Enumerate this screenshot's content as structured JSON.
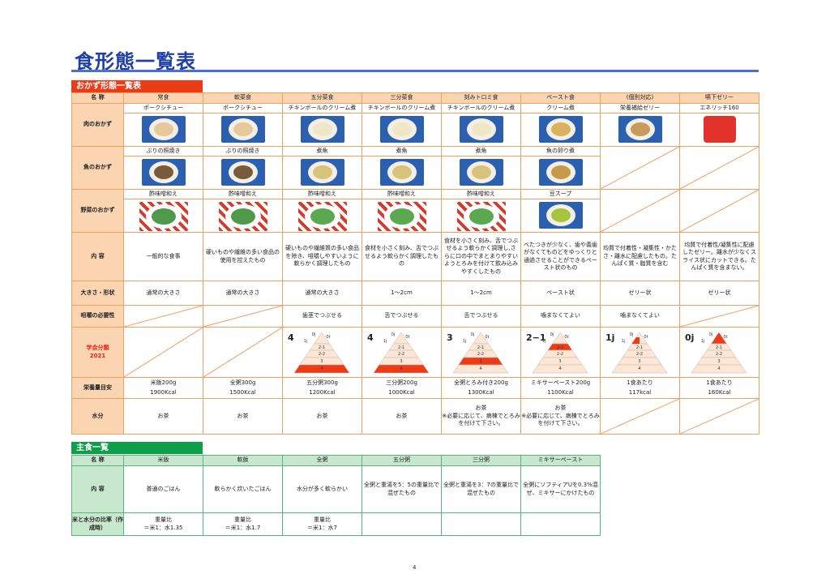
{
  "title": "食形態一覧表",
  "page_number": "4",
  "okazu": {
    "tab": "おかず形態一覧表",
    "name_label": "名 称",
    "columns": [
      "常食",
      "軟菜食",
      "五分菜食",
      "三分菜食",
      "刻みトロミ食",
      "ペースト食",
      "(個別対応)",
      "嚥下ゼリー"
    ],
    "meat": {
      "label": "肉のおかず",
      "captions": [
        "ポークシチュー",
        "ポークシチュー",
        "チキンボールのクリーム煮",
        "チキンボールのクリーム煮",
        "チキンボールのクリーム煮",
        "クリーム煮",
        "栄養補給ゼリー",
        "エネリッチ160"
      ]
    },
    "fish": {
      "label": "魚のおかず",
      "captions": [
        "ぶりの照焼き",
        "ぶりの照焼き",
        "煮魚",
        "煮魚",
        "煮魚",
        "魚の卵り煮"
      ]
    },
    "veg": {
      "label": "野菜のおかず",
      "captions": [
        "酢味噌和え",
        "酢味噌和え",
        "酢味噌和え",
        "酢味噌和え",
        "酢味噌和え",
        "豆スープ"
      ]
    },
    "content": {
      "label": "内 容",
      "values": [
        "一般的な食事",
        "硬いものや繊維の多い食品の使用を控えたもの",
        "硬いものや繊維質の多い食品を除き、咀嚼しやすいように軟らかく調理したもの",
        "食材を小さく刻み、舌でつぶせるよう軟らかく調理したもの",
        "食材を小さく刻み、舌でつぶせるよう軟らかく調理し,さらに口の中でまとまりやすいようとろみを付けて飲み込みやすくしたもの",
        "べたつきが少なく、歯や義歯がなくてものどをゆっくりと通過させることができるペースト状のもの",
        "均質で付着性・凝集性・かたさ・離水に配慮したもの。たんぱく質・脂質を含む",
        "均質で付着性/凝集性に配慮したゼリー。離水が少なくスライス状にカットできる。たんぱく質を含まない。"
      ]
    },
    "size": {
      "label": "大きさ・形状",
      "values": [
        "通常の大きさ",
        "通常の大きさ",
        "通常の大きさ",
        "1～2cm",
        "1～2cm",
        "ペースト状",
        "ゼリー状",
        "ゼリー状"
      ]
    },
    "chew": {
      "label": "咀嚼の必要性",
      "values": [
        "",
        "",
        "歯茎でつぶせる",
        "舌でつぶせる",
        "舌でつぶせる",
        "噛まなくてよい",
        "噛まなくてよい",
        ""
      ]
    },
    "class": {
      "label": "学会分類",
      "year": "2021",
      "codes": [
        "",
        "",
        "4",
        "4",
        "3",
        "2−1",
        "1j",
        "0j"
      ],
      "levels": [
        "0j",
        "0t",
        "1j",
        "2-1",
        "2-2",
        "3",
        "4"
      ]
    },
    "nutrition": {
      "label": "栄養量目安",
      "values": [
        [
          "米飯200g",
          "1900Kcal"
        ],
        [
          "全粥300g",
          "1500Kcal"
        ],
        [
          "五分粥300g",
          "1200Kcal"
        ],
        [
          "三分粥200g",
          "1000Kcal"
        ],
        [
          "全粥とろみ付き200g",
          "1300Kcal"
        ],
        [
          "ミキサーペースト200g",
          "1100Kcal"
        ],
        [
          "1食あたり",
          "117kcal"
        ],
        [
          "1食あたり",
          "160Kcal"
        ]
      ]
    },
    "water": {
      "label": "水分",
      "values": [
        "お茶",
        "お茶",
        "お茶",
        "お茶",
        "お茶\n※必要に応じて、病棟でとろみを付けて下さい。",
        "お茶\n※必要に応じて、病棟でとろみを付けて下さい。",
        "",
        ""
      ]
    }
  },
  "shushoku": {
    "tab": "主食一覧",
    "name_label": "名 称",
    "columns": [
      "米飯",
      "軟飯",
      "全粥",
      "五分粥",
      "三分粥",
      "ミキサーペースト"
    ],
    "content": {
      "label": "内 容",
      "values": [
        "普通のごはん",
        "軟らかく炊いたごはん",
        "水分が多く軟らかい",
        "全粥と重湯を5：5の重量比で混ぜたもの",
        "全粥と重湯を3：7の重量比で混ぜたもの",
        "全粥にソフティアUを0.3%混ぜ、ミキサーにかけたもの"
      ]
    },
    "ratio": {
      "label": "米と水分の比率（作成時）",
      "values": [
        "重量比\n＝米1：水1.35",
        "重量比\n＝米1：水1.7",
        "重量比\n＝米1：水7",
        "",
        "",
        ""
      ]
    }
  },
  "colors": {
    "title": "#1f3fa6",
    "okazu_tab": "#ee3b17",
    "shushoku_tab": "#0f9f49",
    "header_orange": "#fbd4b2",
    "header_green": "#c7e8cd",
    "class_label": "#e8241b"
  }
}
